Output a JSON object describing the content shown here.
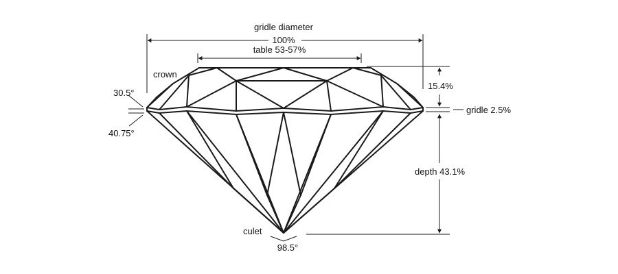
{
  "labels": {
    "girdle_diameter": "gridle diameter",
    "diameter_pct": "100%",
    "table": "table 53-57%",
    "crown": "crown",
    "crown_height": "15.4%",
    "girdle": "gridle 2.5%",
    "depth": "depth 43.1%",
    "crown_angle": "30.5°",
    "pavilion_angle": "40.75°",
    "culet": "culet",
    "culet_angle": "98.5°"
  },
  "colors": {
    "line": "#1a1a1a",
    "text": "#111111",
    "background": "#ffffff"
  }
}
